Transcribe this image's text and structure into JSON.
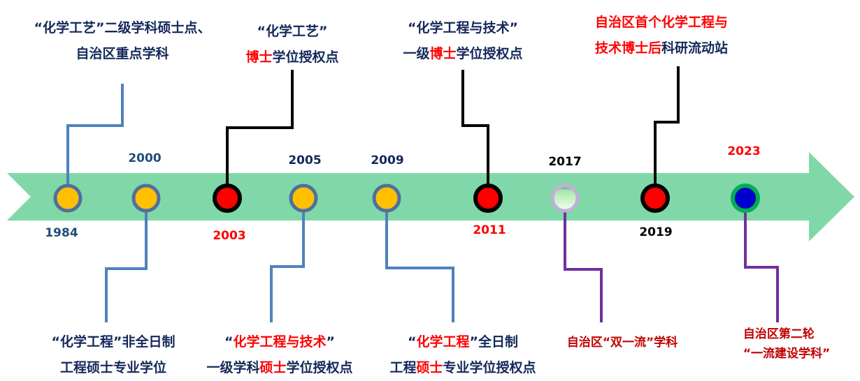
{
  "colors": {
    "arrow": "#80d8a8",
    "blue_line": "#4f81bd",
    "black_line": "#000000",
    "purple_line": "#7030a0",
    "navy_text": "#14285a",
    "red_text": "#ff0000",
    "dark_red_text": "#c00000"
  },
  "years": {
    "y1984": "1984",
    "y2000": "2000",
    "y2003": "2003",
    "y2005": "2005",
    "y2009": "2009",
    "y2011": "2011",
    "y2017": "2017",
    "y2019": "2019",
    "y2023": "2023"
  },
  "events": {
    "e1984": {
      "l1": "“化学工艺”二级学科硕士点、",
      "l2": "自治区重点学科"
    },
    "e2003": {
      "l1": "“化学工艺”",
      "l2a": "博士",
      "l2b": "学位授权点"
    },
    "e2011": {
      "l1": "“化学工程与技术”",
      "l2a": "一级",
      "l2b": "博士",
      "l2c": "学位授权点"
    },
    "e2019": {
      "l1": "自治区首个化学工程与",
      "l2a": "技术博士后",
      "l2b": "科研流动站"
    },
    "e2000": {
      "l1": "“化学工程”非全日制",
      "l2": "工程硕士专业学位"
    },
    "e2005": {
      "l1a": "“",
      "l1b": "化学工程与技术",
      "l1c": "”",
      "l2a": "一级学科",
      "l2b": "硕士",
      "l2c": "学位授权点"
    },
    "e2009": {
      "l1a": "“",
      "l1b": "化学工程",
      "l1c": "”全日制",
      "l2a": "工程",
      "l2b": "硕士",
      "l2c": "专业学位授权点"
    },
    "e2017": {
      "l1": "自治区“双一流”学科"
    },
    "e2023": {
      "l1": "自治区第二轮",
      "l2": "“一流建设学科”"
    }
  }
}
